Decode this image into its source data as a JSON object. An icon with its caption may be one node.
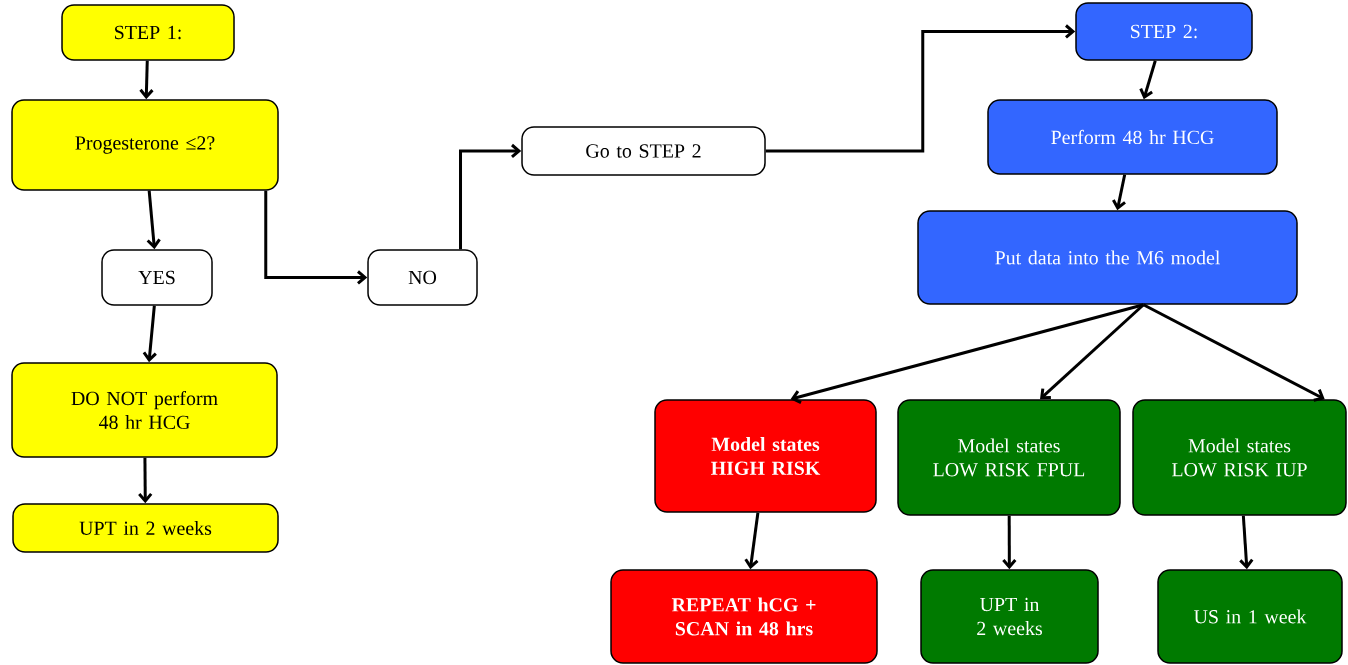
{
  "diagram": {
    "nodes": [
      {
        "text": [
          "STEP 1:"
        ]
      },
      {
        "text": [
          "Progesterone ≤2?"
        ]
      },
      {
        "text": [
          "YES"
        ]
      },
      {
        "text": [
          "NO"
        ]
      },
      {
        "text": [
          "DO NOT perform 48 hr HCG"
        ]
      },
      {
        "text": [
          "UPT in 2 weeks"
        ]
      },
      {
        "text": [
          "Go to STEP 2"
        ]
      },
      {
        "text": [
          "STEP 2:"
        ]
      },
      {
        "text": [
          "Perform 48 hr HCG"
        ]
      },
      {
        "text": [
          "Put data into the M6 model"
        ]
      },
      {
        "text": [
          "Model states HIGH RISK"
        ]
      },
      {
        "text": [
          "Model states LOW RISK FPUL"
        ]
      },
      {
        "text": [
          "Model states LOW RISK IUP"
        ]
      },
      {
        "text": [
          "REPEAT hCG + SCAN in 48 hrs"
        ]
      },
      {
        "text": [
          "UPT in 2 weeks"
        ]
      },
      {
        "text": [
          "US in 1 week"
        ]
      }
    ],
    "edges": [
      {
        "from": 0,
        "to": 1,
        "arrow": "to"
      },
      {
        "from": 1,
        "to": 2,
        "arrow": "to"
      },
      {
        "from": 1,
        "to": 3,
        "arrow": "to"
      },
      {
        "from": 2,
        "to": 4,
        "arrow": "to"
      },
      {
        "from": 4,
        "to": 5,
        "arrow": "to"
      },
      {
        "from": 3,
        "to": 6,
        "arrow": "to"
      },
      {
        "from": 6,
        "to": 7,
        "arrow": "to"
      },
      {
        "from": 7,
        "to": 8,
        "arrow": "to"
      },
      {
        "from": 8,
        "to": 9,
        "arrow": "to"
      },
      {
        "from": 9,
        "to": 10,
        "arrow": "to"
      },
      {
        "from": 9,
        "to": 11,
        "arrow": "to"
      },
      {
        "from": 9,
        "to": 12,
        "arrow": "to"
      },
      {
        "from": 10,
        "to": 13,
        "arrow": "to"
      },
      {
        "from": 11,
        "to": 14,
        "arrow": "to"
      },
      {
        "from": 12,
        "to": 15,
        "arrow": "to"
      }
    ]
  }
}
